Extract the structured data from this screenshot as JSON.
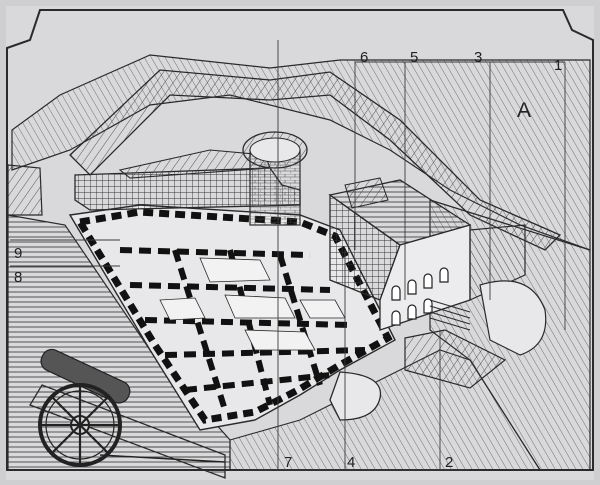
{
  "diagram": {
    "corner_letter": "A",
    "ink_color": "#2a2a2a",
    "paper_color": "#d9d9dc",
    "labels": {
      "l1": "1",
      "l2": "2",
      "l3": "3",
      "l4": "4",
      "l5": "5",
      "l6": "6",
      "l7": "7",
      "l8": "8",
      "l9": "9"
    },
    "icons": [
      "cannon-icon"
    ]
  }
}
